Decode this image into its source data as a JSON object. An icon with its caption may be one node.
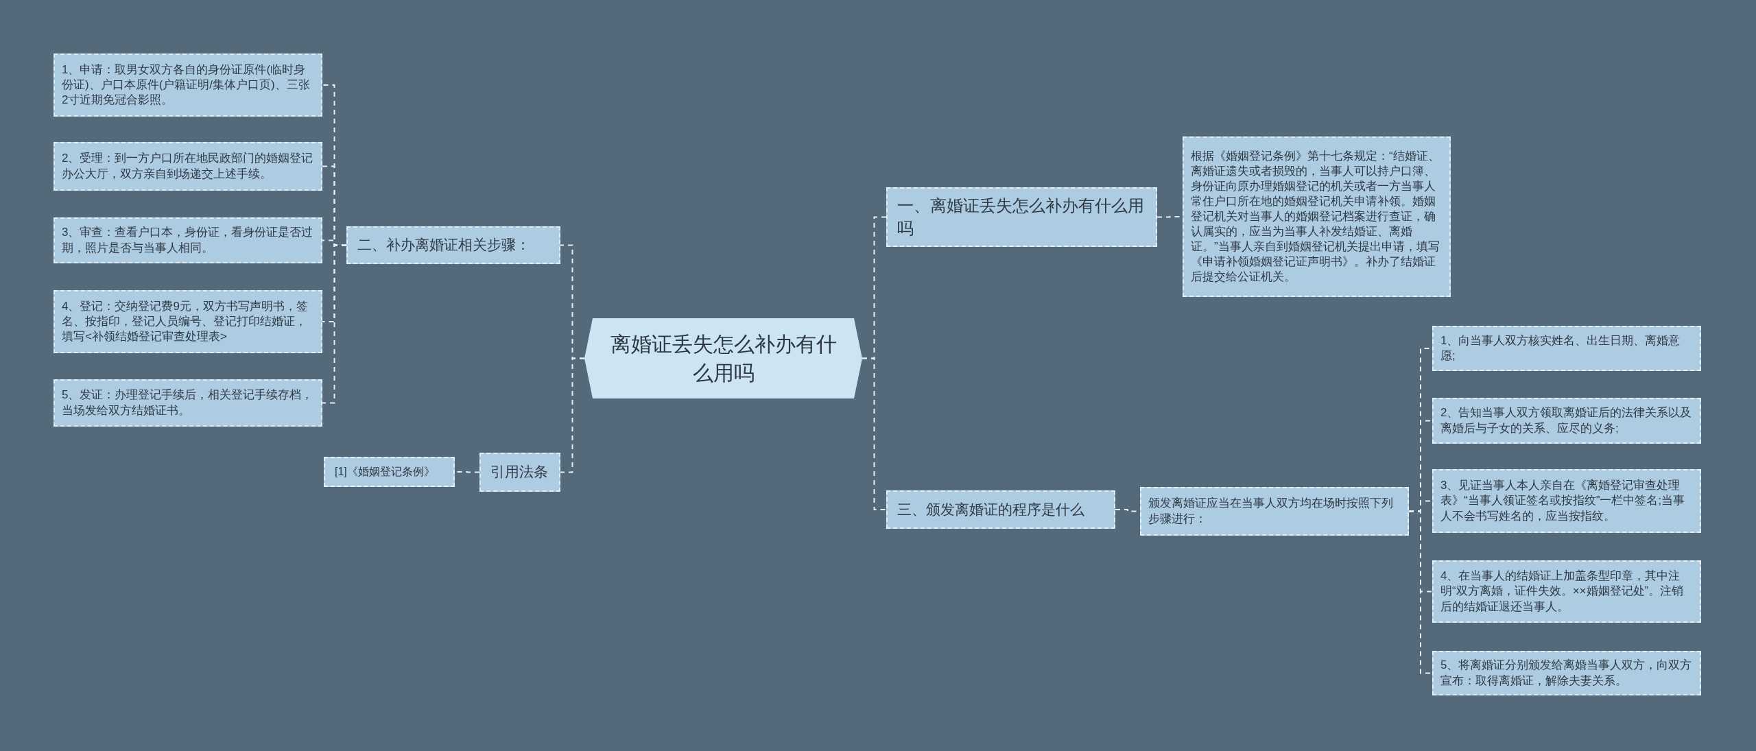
{
  "diagram": {
    "nodes": [
      {
        "text": [
          "离婚证丢失怎么补办有什么用吗"
        ]
      },
      {
        "text": [
          "二、补办离婚证相关步骤："
        ]
      },
      {
        "text": [
          "1、申请：取男女双方各自的身份证原件(临时身份证)、户口本原件(户籍证明/集体户口页)、三张2寸近期免冠合影照。"
        ]
      },
      {
        "text": [
          "2、受理：到一方户口所在地民政部门的婚姻登记办公大厅，双方亲自到场递交上述手续。"
        ]
      },
      {
        "text": [
          "3、审查：查看户口本，身份证，看身份证是否过期，照片是否与当事人相同。"
        ]
      },
      {
        "text": [
          "4、登记：交纳登记费9元，双方书写声明书，签名、按指印，登记人员编号、登记打印结婚证，填写<补领结婚登记审查处理表>"
        ]
      },
      {
        "text": [
          "5、发证：办理登记手续后，相关登记手续存档，当场发给双方结婚证书。"
        ]
      },
      {
        "text": [
          "引用法条"
        ]
      },
      {
        "text": [
          "[1]《婚姻登记条例》"
        ]
      },
      {
        "text": [
          "一、离婚证丢失怎么补办有什么用吗"
        ]
      },
      {
        "text": [
          "根据《婚姻登记条例》第十七条规定：“结婚证、离婚证遗失或者损毁的，当事人可以持户口簿、身份证向原办理婚姻登记的机关或者一方当事人常住户口所在地的婚姻登记机关申请补领。婚姻登记机关对当事人的婚姻登记档案进行查证，确认属实的，应当为当事人补发结婚证、离婚证。”当事人亲自到婚姻登记机关提出申请，填写《申请补领婚姻登记证声明书》。补办了结婚证后提交给公证机关。"
        ]
      },
      {
        "text": [
          "三、颁发离婚证的程序是什么"
        ]
      },
      {
        "text": [
          "颁发离婚证应当在当事人双方均在场时按照下列步骤进行："
        ]
      },
      {
        "text": [
          "1、向当事人双方核实姓名、出生日期、离婚意愿;"
        ]
      },
      {
        "text": [
          "2、告知当事人双方领取离婚证后的法律关系以及离婚后与子女的关系、应尽的义务;"
        ]
      },
      {
        "text": [
          "3、见证当事人本人亲自在《离婚登记审查处理表》“当事人领证签名或按指纹”一栏中签名;当事人不会书写姓名的，应当按指纹。"
        ]
      },
      {
        "text": [
          "4、在当事人的结婚证上加盖条型印章，其中注明“双方离婚，证件失效。××婚姻登记处”。注销后的结婚证退还当事人。"
        ]
      },
      {
        "text": [
          "5、将离婚证分别颁发给离婚当事人双方，向双方宣布：取得离婚证，解除夫妻关系。"
        ]
      }
    ],
    "edges": [
      {
        "from": 0,
        "to": 1,
        "arrow": "none"
      },
      {
        "from": 0,
        "to": 7,
        "arrow": "none"
      },
      {
        "from": 0,
        "to": 9,
        "arrow": "none"
      },
      {
        "from": 0,
        "to": 11,
        "arrow": "none"
      },
      {
        "from": 1,
        "to": 2,
        "arrow": "none"
      },
      {
        "from": 1,
        "to": 3,
        "arrow": "none"
      },
      {
        "from": 1,
        "to": 4,
        "arrow": "none"
      },
      {
        "from": 1,
        "to": 5,
        "arrow": "none"
      },
      {
        "from": 1,
        "to": 6,
        "arrow": "none"
      },
      {
        "from": 7,
        "to": 8,
        "arrow": "none"
      },
      {
        "from": 9,
        "to": 10,
        "arrow": "none"
      },
      {
        "from": 11,
        "to": 12,
        "arrow": "none"
      },
      {
        "from": 12,
        "to": 13,
        "arrow": "none"
      },
      {
        "from": 12,
        "to": 14,
        "arrow": "none"
      },
      {
        "from": 12,
        "to": 15,
        "arrow": "none"
      },
      {
        "from": 12,
        "to": 16,
        "arrow": "none"
      },
      {
        "from": 12,
        "to": 17,
        "arrow": "none"
      }
    ]
  }
}
